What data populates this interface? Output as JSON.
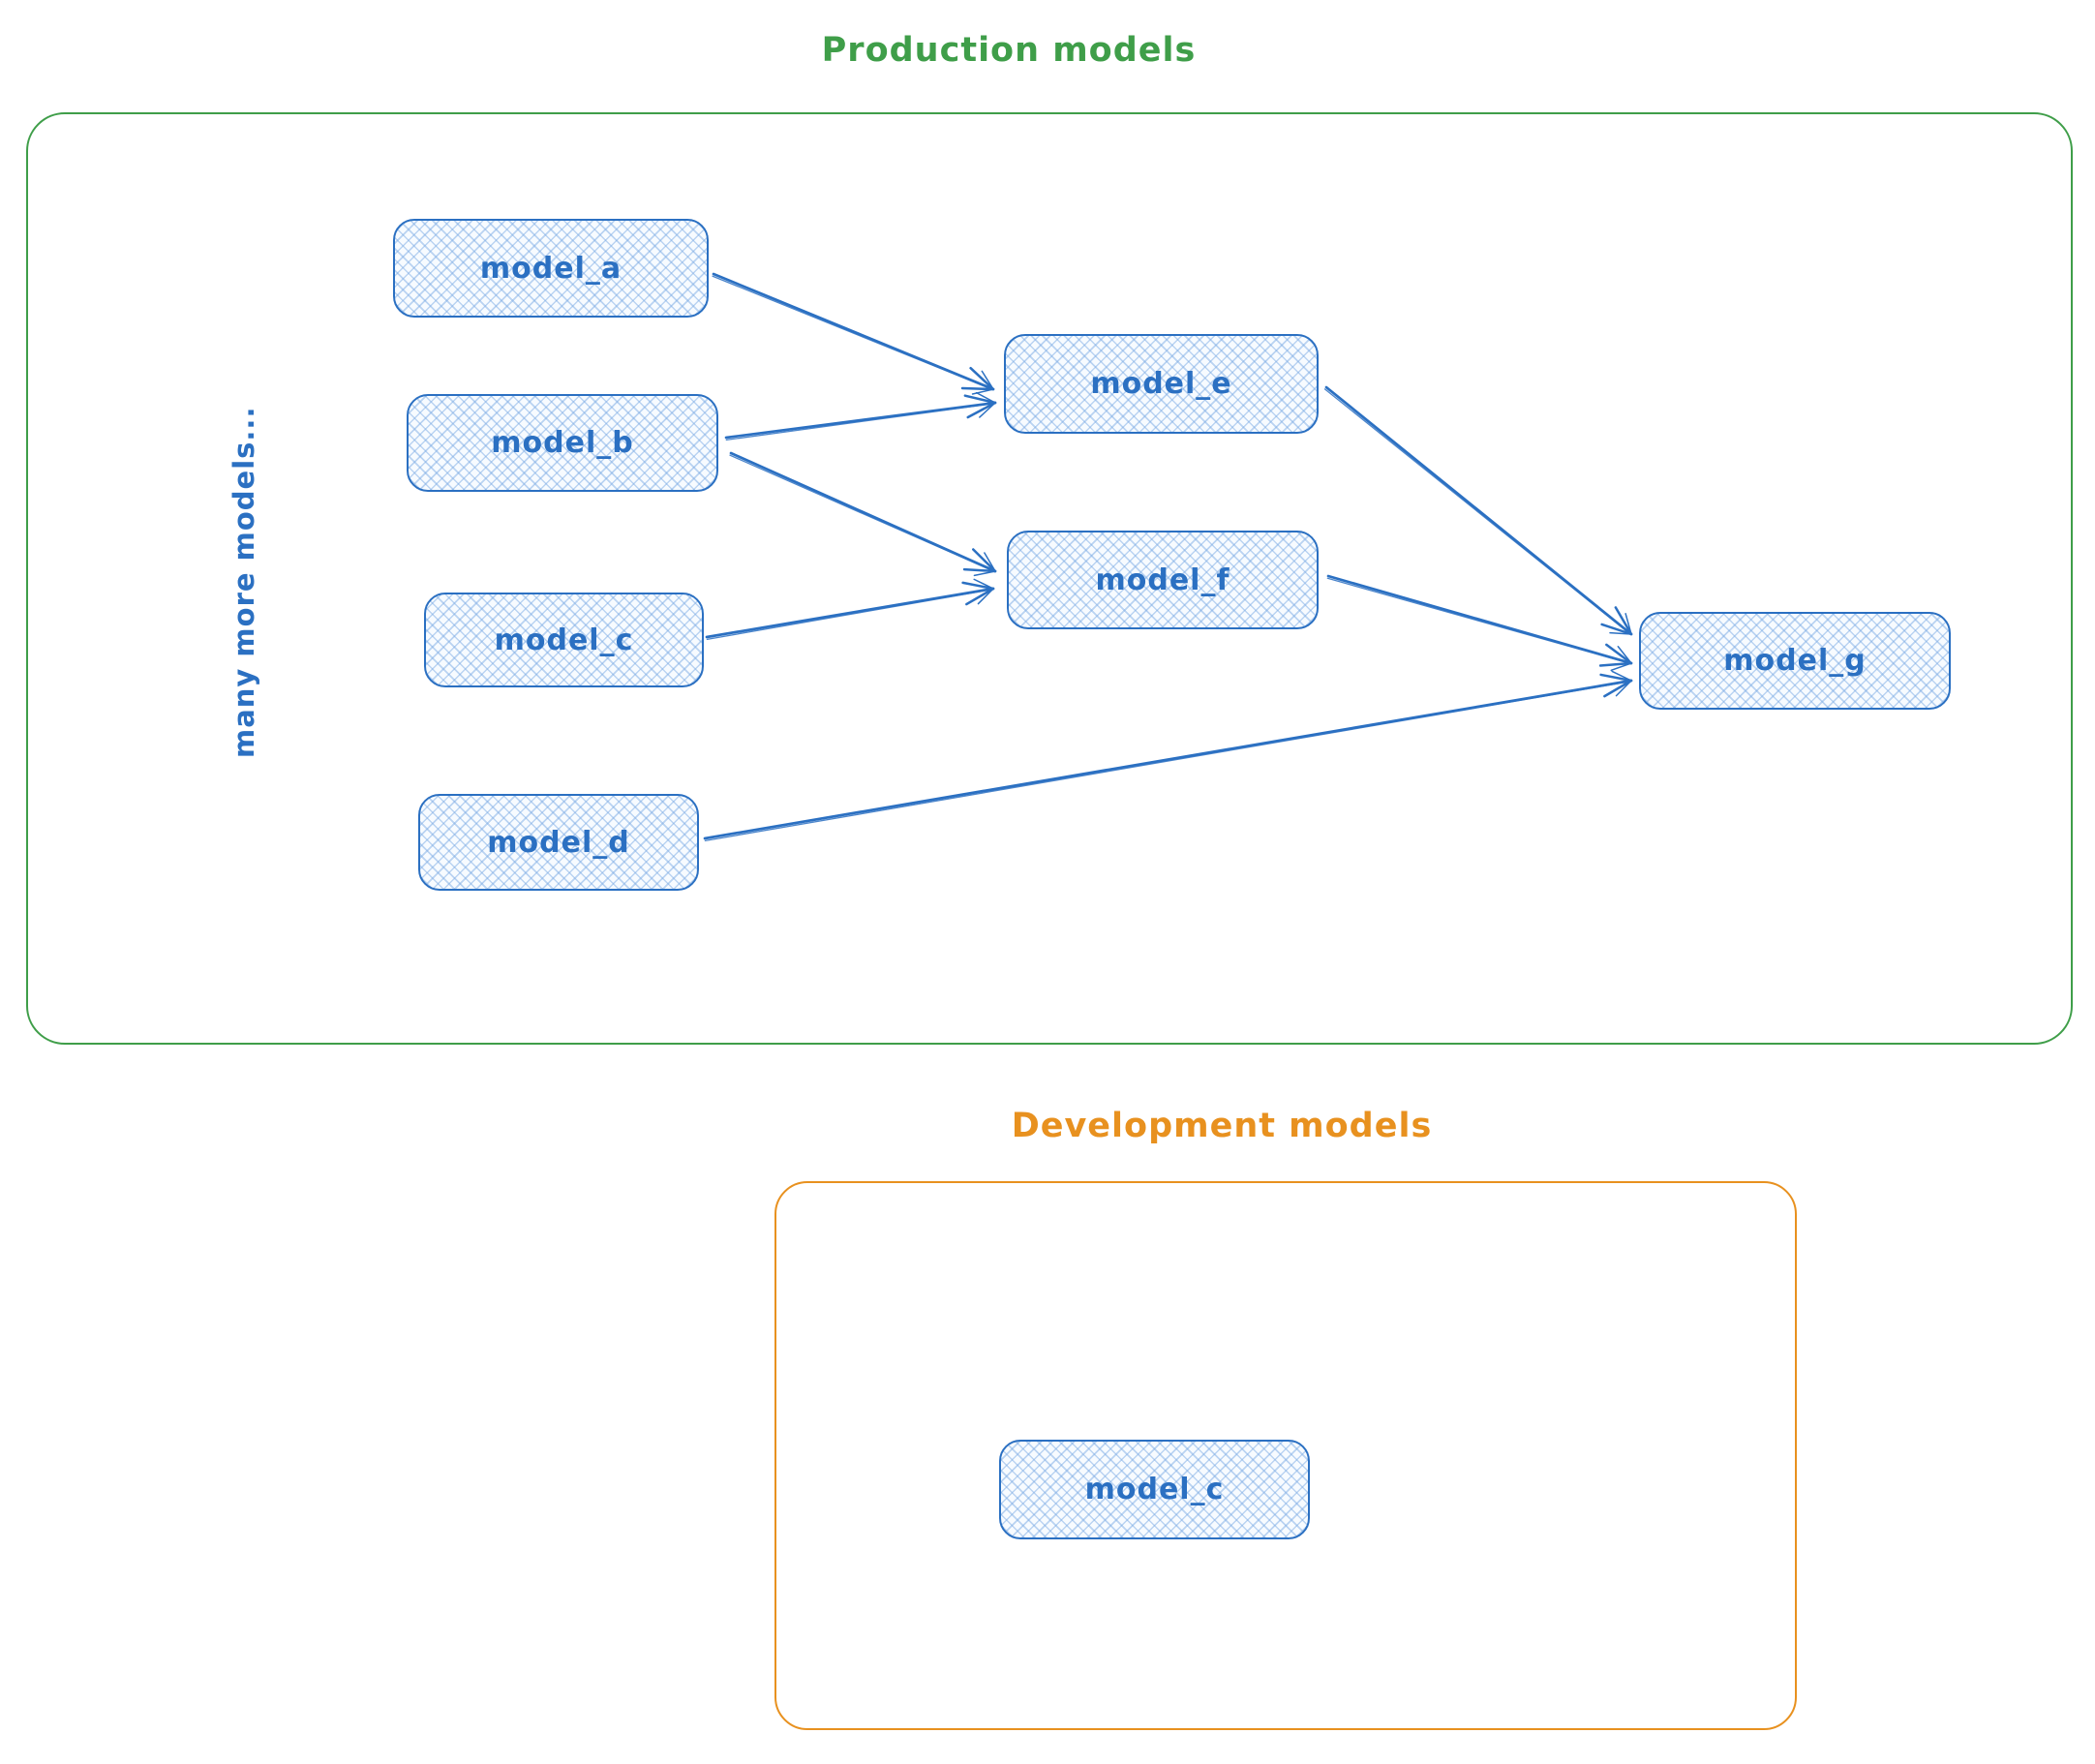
{
  "production": {
    "title": "Production models",
    "note": "many more models...",
    "accent_color": "#3f9e49"
  },
  "development": {
    "title": "Development models",
    "accent_color": "#e8911f"
  },
  "style": {
    "node_stroke_color": "#2b70c2",
    "node_fill_hatch_color": "#bcd6f3",
    "arrow_color": "#2b70c2",
    "background_color": "#ffffff"
  },
  "nodes": {
    "model_a": {
      "label": "model_a",
      "group": "production"
    },
    "model_b": {
      "label": "model_b",
      "group": "production"
    },
    "model_c": {
      "label": "model_c",
      "group": "production"
    },
    "model_d": {
      "label": "model_d",
      "group": "production"
    },
    "model_e": {
      "label": "model_e",
      "group": "production"
    },
    "model_f": {
      "label": "model_f",
      "group": "production"
    },
    "model_g": {
      "label": "model_g",
      "group": "production"
    },
    "model_c_dev": {
      "label": "model_c",
      "group": "development"
    }
  },
  "edges": [
    {
      "from": "model_a",
      "to": "model_e"
    },
    {
      "from": "model_b",
      "to": "model_e"
    },
    {
      "from": "model_b",
      "to": "model_f"
    },
    {
      "from": "model_c",
      "to": "model_f"
    },
    {
      "from": "model_e",
      "to": "model_g"
    },
    {
      "from": "model_f",
      "to": "model_g"
    },
    {
      "from": "model_d",
      "to": "model_g"
    }
  ]
}
